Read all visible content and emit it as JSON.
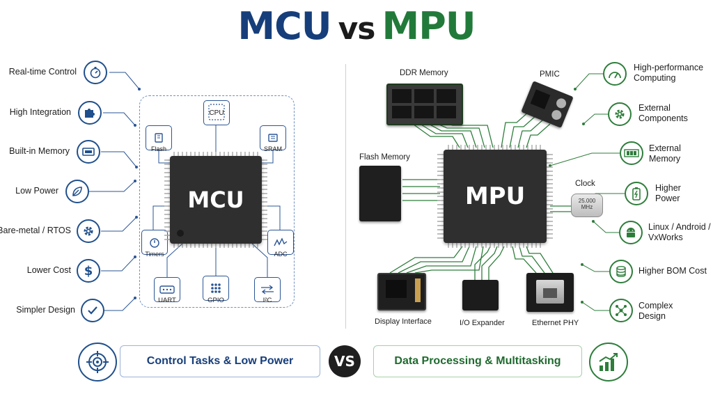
{
  "title": {
    "left": "MCU",
    "vs": "vs",
    "right": "MPU"
  },
  "mcu_features": [
    {
      "label": "Real-time Control",
      "icon": "stopwatch-icon"
    },
    {
      "label": "High Integration",
      "icon": "puzzle-icon"
    },
    {
      "label": "Built-in Memory",
      "icon": "memory-card-icon"
    },
    {
      "label": "Low Power",
      "icon": "leaf-icon"
    },
    {
      "label": "Bare-metal / RTOS",
      "icon": "gear-icon"
    },
    {
      "label": "Lower Cost",
      "icon": "dollar-icon"
    },
    {
      "label": "Simpler Design",
      "icon": "check-icon"
    }
  ],
  "mcu_chip": {
    "label": "MCU"
  },
  "mcu_peripherals": {
    "cpu": "CPU",
    "flash": "Flash",
    "sram": "SRAM",
    "timers": "Timers",
    "adc": "ADC",
    "uart": "UART",
    "gpio": "GPIO",
    "i2c": "I²C"
  },
  "mpu_chip": {
    "label": "MPU"
  },
  "mpu_components": {
    "ddr": "DDR Memory",
    "pmic": "PMIC",
    "flash": "Flash Memory",
    "clock": "Clock",
    "clock_freq": "25.000",
    "clock_unit": "MHz",
    "display": "Display Interface",
    "io": "I/O Expander",
    "ethernet": "Ethernet PHY"
  },
  "mpu_features": [
    {
      "line1": "High-performance",
      "line2": "Computing",
      "icon": "speedometer-icon"
    },
    {
      "line1": "External",
      "line2": "Components",
      "icon": "gear-icon"
    },
    {
      "line1": "External",
      "line2": "Memory",
      "icon": "ram-icon"
    },
    {
      "line1": "Higher",
      "line2": "Power",
      "icon": "battery-icon"
    },
    {
      "line1": "Linux / Android /",
      "line2": "VxWorks",
      "icon": "android-icon"
    },
    {
      "line1": "Higher BOM Cost",
      "line2": "",
      "icon": "coins-icon"
    },
    {
      "line1": "Complex",
      "line2": "Design",
      "icon": "network-icon"
    }
  ],
  "bottom": {
    "left": "Control Tasks & Low Power",
    "vs": "VS",
    "right": "Data Processing & Multitasking"
  },
  "colors": {
    "mcu": "#163e7a",
    "mpu": "#227a3a",
    "blue_line": "#2a5595",
    "green_line": "#2e7d3b"
  }
}
